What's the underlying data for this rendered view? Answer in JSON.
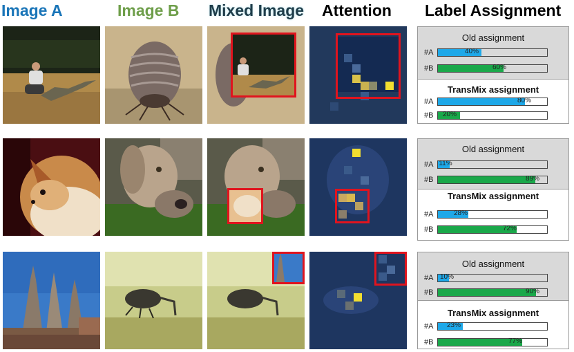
{
  "headers": {
    "image_a": "Image A",
    "image_b": "Image B",
    "mixed": "Mixed Image",
    "attention": "Attention",
    "label": "Label Assignment"
  },
  "colors": {
    "header_a": "#1a75b8",
    "header_b": "#6e9e4a",
    "header_mixed": "#1f3d4a",
    "bar_a": "#1ea8e8",
    "bar_b": "#1aa84a",
    "red_box": "#e0141e"
  },
  "rows": [
    {
      "image_a": "man kneeling beside a lizard",
      "image_b": "close-up of an isopod",
      "old": {
        "title": "Old assignment",
        "a_label": "#A",
        "b_label": "#B",
        "a_pct": 40,
        "b_pct": 60,
        "a_text": "40%",
        "b_text": "60%"
      },
      "transmix": {
        "title": "TransMix assignment",
        "a_label": "#A",
        "b_label": "#B",
        "a_pct": 80,
        "b_pct": 20,
        "a_text": "80%",
        "b_text": "20%"
      }
    },
    {
      "image_a": "pomeranian dog",
      "image_b": "weimaraner dog lying on grass",
      "old": {
        "title": "Old  assignment",
        "a_label": "#A",
        "b_label": "#B",
        "a_pct": 11,
        "b_pct": 89,
        "a_text": "11%",
        "b_text": "89%"
      },
      "transmix": {
        "title": "TransMix assignment",
        "a_label": "#A",
        "b_label": "#B",
        "a_pct": 28,
        "b_pct": 72,
        "a_text": "28%",
        "b_text": "72%"
      }
    },
    {
      "image_a": "temple ruins with pagodas",
      "image_b": "weevil on grass",
      "old": {
        "title": "Old  assignment",
        "a_label": "#A",
        "b_label": "#B",
        "a_pct": 10,
        "b_pct": 90,
        "a_text": "10%",
        "b_text": "90%"
      },
      "transmix": {
        "title": "TransMix assignment",
        "a_label": "#A",
        "b_label": "#B",
        "a_pct": 23,
        "b_pct": 77,
        "a_text": "23%",
        "b_text": "77%"
      }
    }
  ]
}
